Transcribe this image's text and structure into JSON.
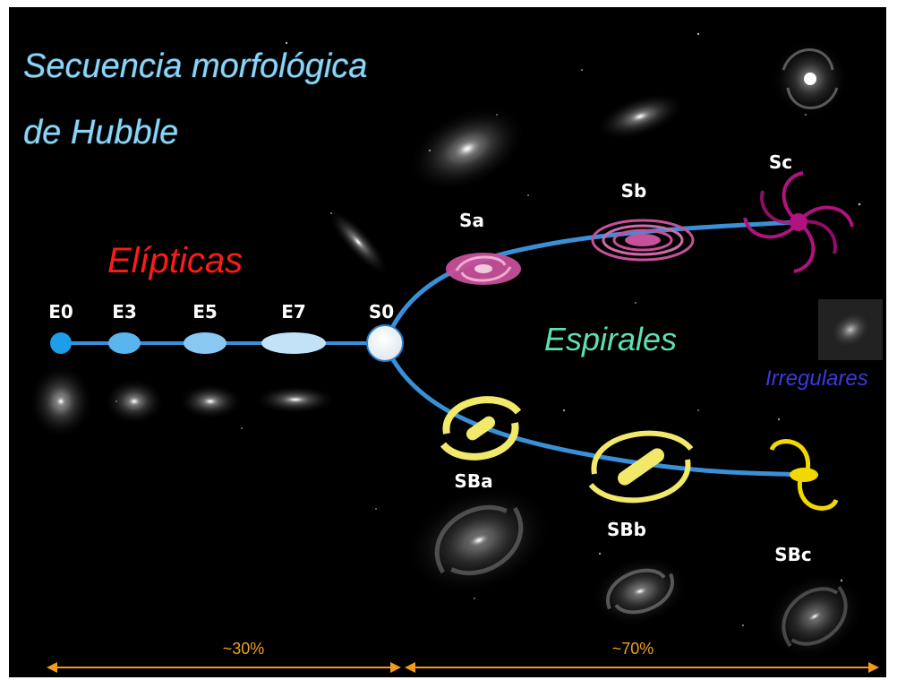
{
  "title": {
    "line1": "Secuencia morfológica",
    "line2": "de Hubble"
  },
  "groups": {
    "elliptical": "Elípticas",
    "spiral": "Espirales",
    "irregular": "Irregulares"
  },
  "classes": {
    "E0": "E0",
    "E3": "E3",
    "E5": "E5",
    "E7": "E7",
    "S0": "S0",
    "Sa": "Sa",
    "Sb": "Sb",
    "Sc": "Sc",
    "SBa": "SBa",
    "SBb": "SBb",
    "SBc": "SBc"
  },
  "fractions": {
    "elliptical": "~30%",
    "spiral": "~70%"
  },
  "colors": {
    "title": "#8fd4f0",
    "elliptical_label": "#ff1a1a",
    "spiral_label": "#5fe0b4",
    "irregular_label": "#3a3adf",
    "fork_line": "#3a90d8",
    "spiral_symbol": "#c6509a",
    "late_spiral_symbol": "#b0127e",
    "barred_symbol": "#f2e86a",
    "arrows": "#f09a1e"
  }
}
